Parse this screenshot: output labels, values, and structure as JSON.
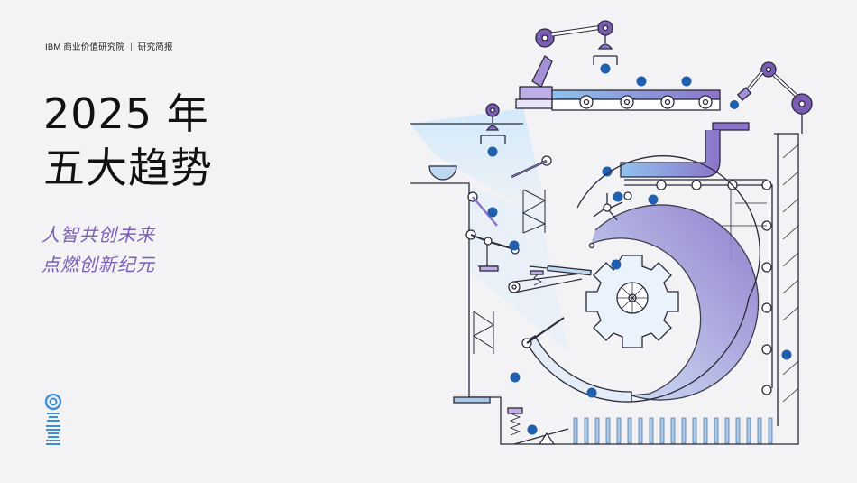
{
  "header": {
    "org": "IBM 商业价值研究院",
    "separator": "|",
    "doc_type": "研究简报"
  },
  "title": {
    "line1": "2025 年",
    "line2": "五大趋势"
  },
  "subtitle": {
    "line1": "人智共创未来",
    "line2": "点燃创新纪元"
  },
  "colors": {
    "accent_purple": "#7b5cb8",
    "dot_blue": "#1f5fae",
    "light_blue": "#a9d3f2",
    "line": "#2a2a3a"
  },
  "logo": {
    "icon": "ibm-bee-logo-icon"
  },
  "illustration": {
    "icon": "innovation-machine-illustration"
  }
}
